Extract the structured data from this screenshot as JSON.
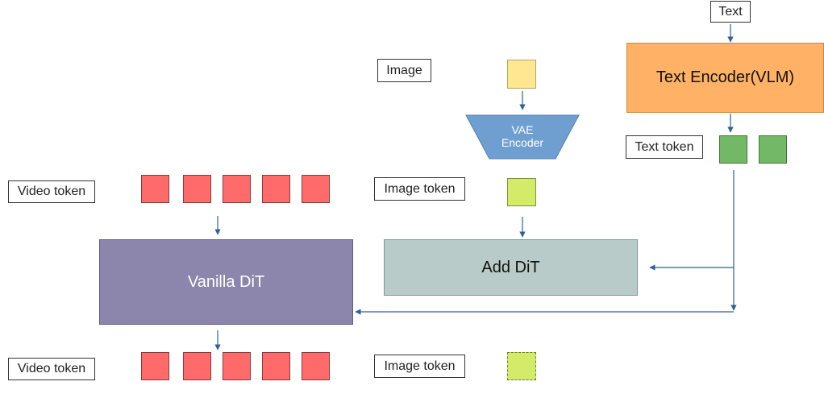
{
  "labels": {
    "text": "Text",
    "image": "Image",
    "text_token": "Text token",
    "video_token_top": "Video token",
    "image_token_top": "Image token",
    "video_token_bottom": "Video token",
    "image_token_bottom": "Image token"
  },
  "blocks": {
    "text_encoder": "Text Encoder(VLM)",
    "vae_line1": "VAE",
    "vae_line2": "Encoder",
    "vanilla_dit": "Vanilla DiT",
    "add_dit": "Add DiT"
  },
  "colors": {
    "video_token": "#ff6b6b",
    "text_token": "#72b866",
    "image_token": "#d4eb6a",
    "image": "#ffe792",
    "text_encoder": "#ffb266",
    "vae_encoder": "#6f9fd1",
    "vanilla_dit": "#8c86ad",
    "add_dit": "#b8cbc8",
    "arrow": "#2f5f9e"
  }
}
